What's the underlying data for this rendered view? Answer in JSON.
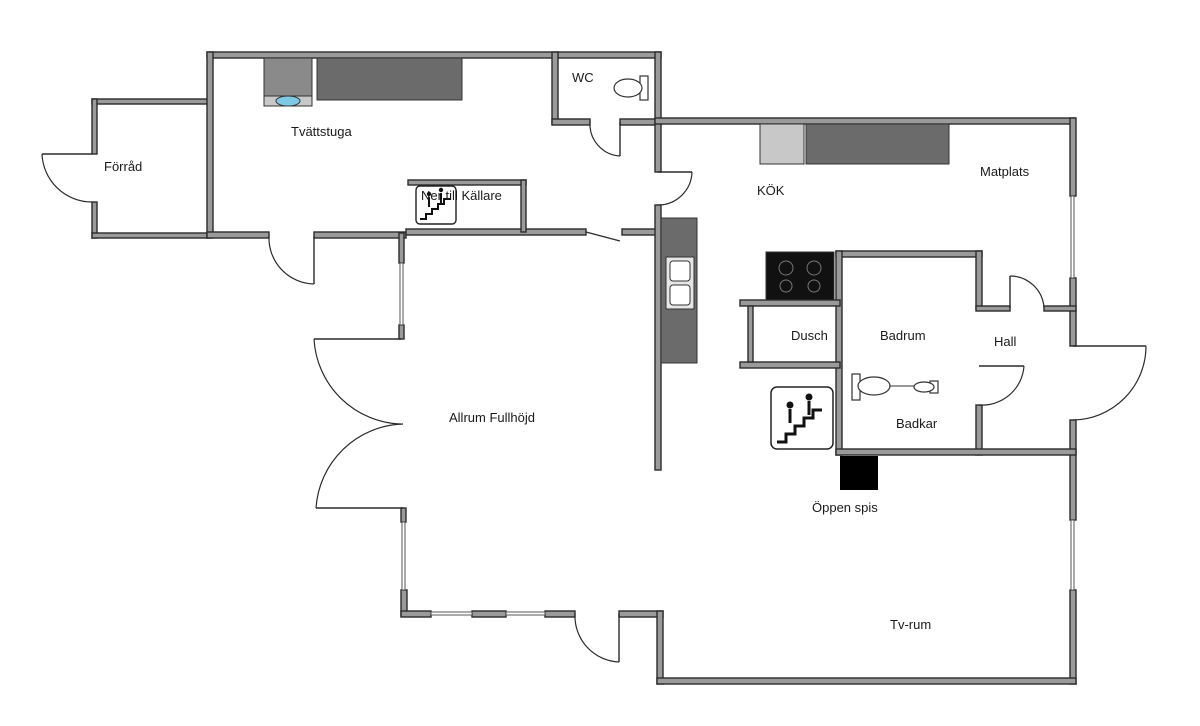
{
  "rooms": {
    "forrad": "Förråd",
    "tvattstuga": "Tvättstuga",
    "wc": "WC",
    "ner_till_kallare": "Ner till Källare",
    "kok": "KÖK",
    "matplats": "Matplats",
    "dusch": "Dusch",
    "badrum": "Badrum",
    "hall": "Hall",
    "badkar": "Badkar",
    "allrum": "Allrum Fullhöjd",
    "oppen_spis": "Öppen spis",
    "tv_rum": "Tv-rum"
  },
  "colors": {
    "wall_fill": "#9a9a9a",
    "wall_stroke": "#2b2b2b",
    "counter": "#6b6b6b",
    "appliance": "#c8c8c8",
    "stove": "#111111"
  },
  "icons": [
    "stairs-icon",
    "toilet-icon",
    "washing-machine-icon",
    "sink-icon",
    "stove-icon",
    "fireplace-icon",
    "bathtub-icon"
  ]
}
